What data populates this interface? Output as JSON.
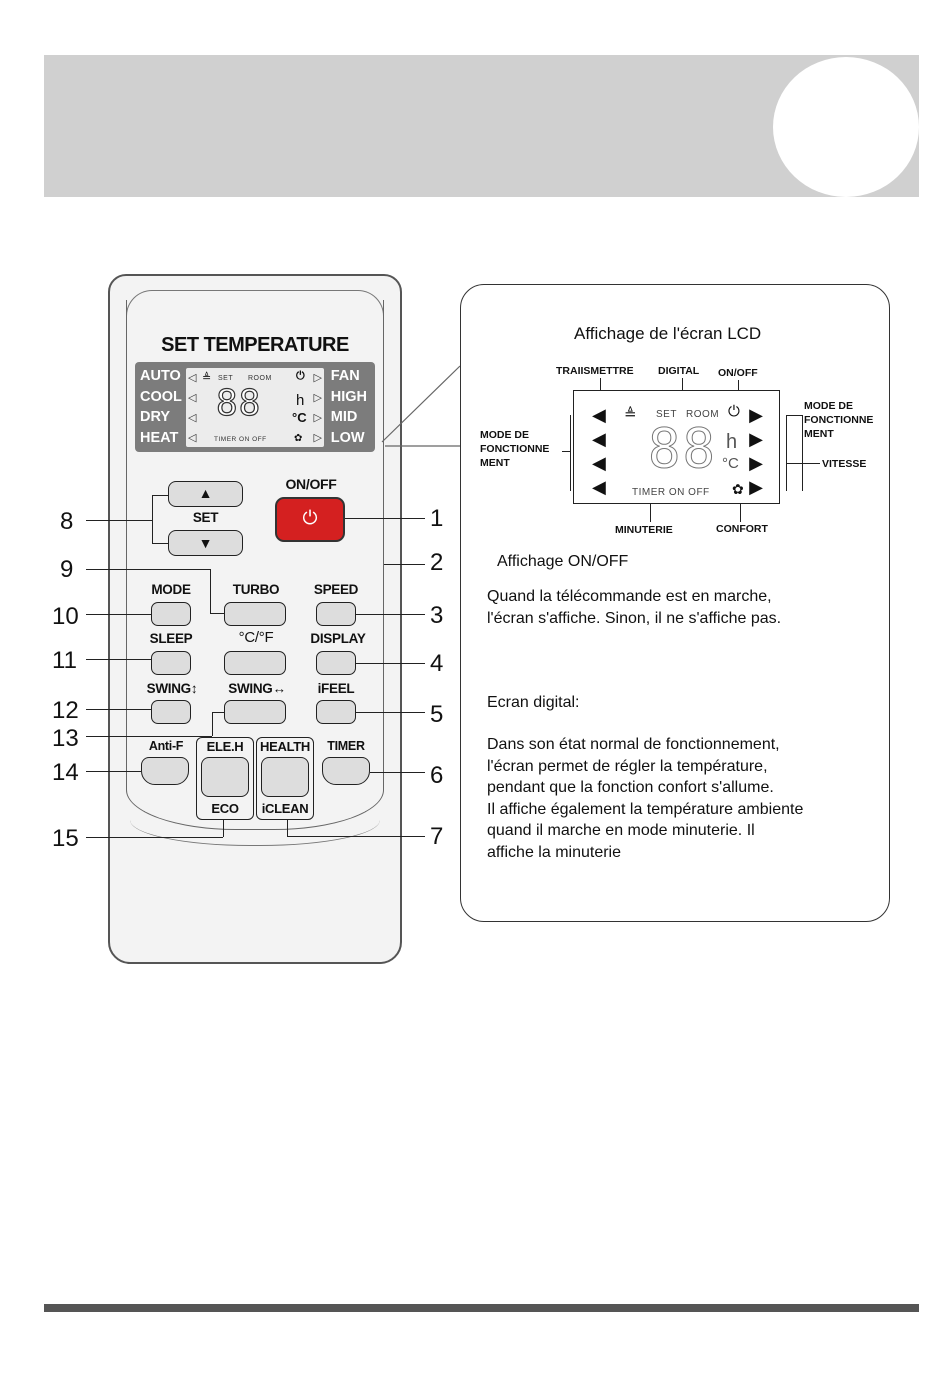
{
  "lcd_display": {
    "title": "SET TEMPERATURE",
    "modes_left": [
      "AUTO",
      "COOL",
      "DRY",
      "HEAT"
    ],
    "modes_right": [
      "FAN",
      "HIGH",
      "MID",
      "LOW"
    ],
    "set_label": "SET",
    "room_label": "ROOM",
    "timer_label": "TIMER ON OFF",
    "digits": "88",
    "hour_symbol": "h",
    "degree_symbol": "°C"
  },
  "buttons": {
    "set_label": "SET",
    "on_off_label": "ON/OFF",
    "mode": "MODE",
    "turbo": "TURBO",
    "speed": "SPEED",
    "sleep": "SLEEP",
    "unit": "°C/°F",
    "display": "DISPLAY",
    "swing_v": "SWING↕",
    "swing_h": "SWING↔",
    "ifeel": "iFEEL",
    "anti_f": "Anti-F",
    "eleh": "ELE.H",
    "eco": "ECO",
    "health": "HEALTH",
    "iclean": "iCLEAN",
    "timer": "TIMER"
  },
  "callout_numbers": {
    "n1": "1",
    "n2": "2",
    "n3": "3",
    "n4": "4",
    "n5": "5",
    "n6": "6",
    "n7": "7",
    "n8": "8",
    "n9": "9",
    "n10": "10",
    "n11": "11",
    "n12": "12",
    "n13": "13",
    "n14": "14",
    "n15": "15"
  },
  "diagram": {
    "title": "Affichage de l'écran LCD",
    "transmettre": "TRAIISMETTRE",
    "digital": "DIGITAL",
    "onoff": "ON/OFF",
    "mode_left_1": "MODE DE",
    "mode_left_2": "FONCTIONNE",
    "mode_left_3": "MENT",
    "mode_right_1": "MODE DE",
    "mode_right_2": "FONCTIONNE",
    "mode_right_3": "MENT",
    "vitesse": "VITESSE",
    "minuterie": "MINUTERIE",
    "confort": "CONFORT",
    "set_label": "SET",
    "room_label": "ROOM",
    "timer_label": "TIMER ON OFF",
    "digits": "88",
    "hour_symbol": "h",
    "degree_symbol": "°C"
  },
  "text": {
    "onoff_heading": "Affichage ON/OFF",
    "onoff_body_1": "Quand la télécommande est en marche,",
    "onoff_body_2": "l'écran s'affiche. Sinon, il ne s'affiche pas.",
    "digital_heading": "Ecran digital:",
    "digital_body_1": "Dans son état normal de fonctionnement,",
    "digital_body_2": "l'écran permet de régler la température,",
    "digital_body_3": "pendant que la fonction confort s'allume.",
    "digital_body_4": "Il affiche également la température ambiente",
    "digital_body_5": "quand il marche en mode minuterie. Il",
    "digital_body_6": "affiche la minuterie"
  }
}
